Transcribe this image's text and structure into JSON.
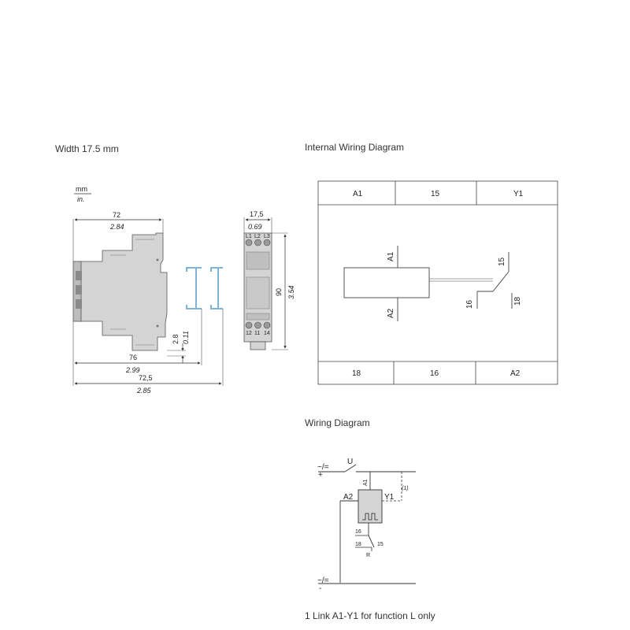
{
  "captions": {
    "width": "Width 17.5 mm",
    "internal_wiring": "Internal Wiring Diagram",
    "wiring": "Wiring Diagram",
    "note": "1 Link A1-Y1 for function L only"
  },
  "units": {
    "mm": "mm",
    "in": "in."
  },
  "dimensions": {
    "height_72_mm": "72",
    "height_72_in": "2.84",
    "width_17_5_mm": "17,5",
    "width_17_5_in": "0.69",
    "height_90_mm": "90",
    "height_90_in": "3.54",
    "offset_mm": "2.8",
    "offset_in": "0.11",
    "depth_76_mm": "76",
    "depth_76_in": "2.99",
    "depth_72_5_mm": "72,5",
    "depth_72_5_in": "2.85"
  },
  "front_terminals": {
    "top": [
      "L1",
      "L2",
      "L3"
    ],
    "bottom": [
      "12",
      "11",
      "14"
    ]
  },
  "internal_wiring": {
    "top_terminals": [
      "A1",
      "15",
      "Y1"
    ],
    "bottom_terminals": [
      "18",
      "16",
      "A2"
    ],
    "coil_top": "A1",
    "coil_bottom": "A2",
    "contact_common": "15",
    "contact_nc": "16",
    "contact_no": "18"
  },
  "wiring": {
    "supply": "U",
    "a1": "A1",
    "a2": "A2",
    "y1": "Y1",
    "note_ref": "(1)",
    "c16": "16",
    "c18": "18",
    "c15": "15",
    "relay": "R",
    "plus": "+",
    "minus": "-"
  }
}
